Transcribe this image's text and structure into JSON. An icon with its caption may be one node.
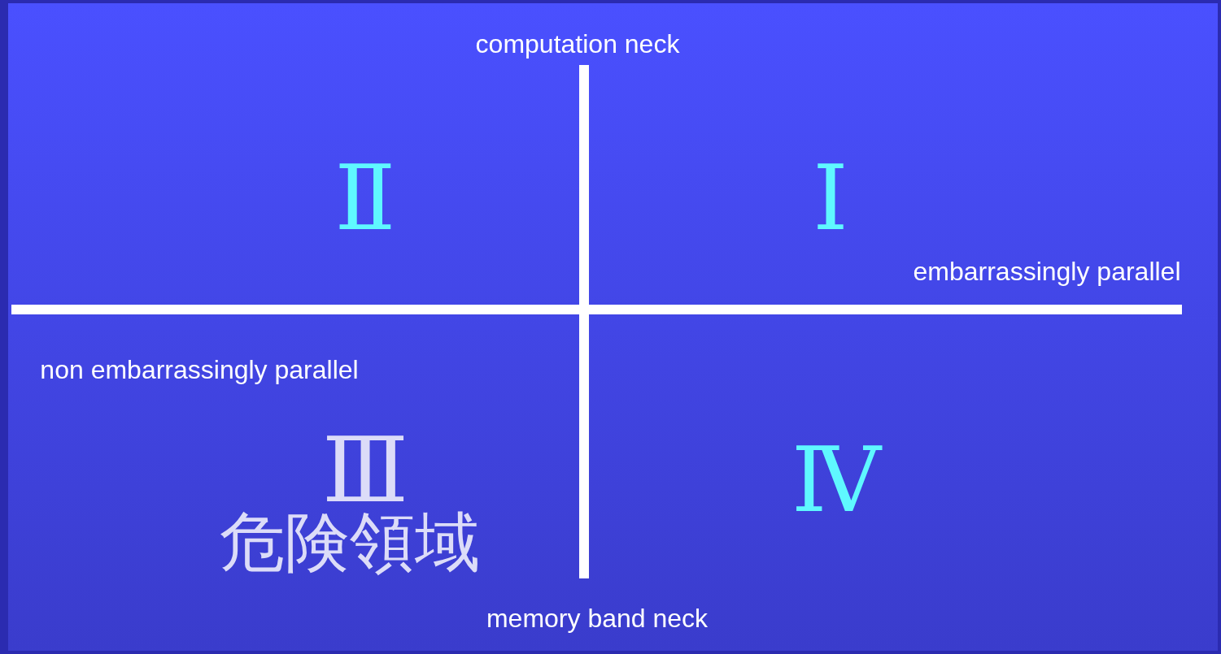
{
  "diagram": {
    "labels": [
      "computation neck",
      "Ⅱ",
      "Ⅰ",
      "embarrassingly parallel",
      "non embarrassingly parallel",
      "Ⅲ",
      "危険領域",
      "Ⅳ",
      "memory band neck"
    ]
  }
}
